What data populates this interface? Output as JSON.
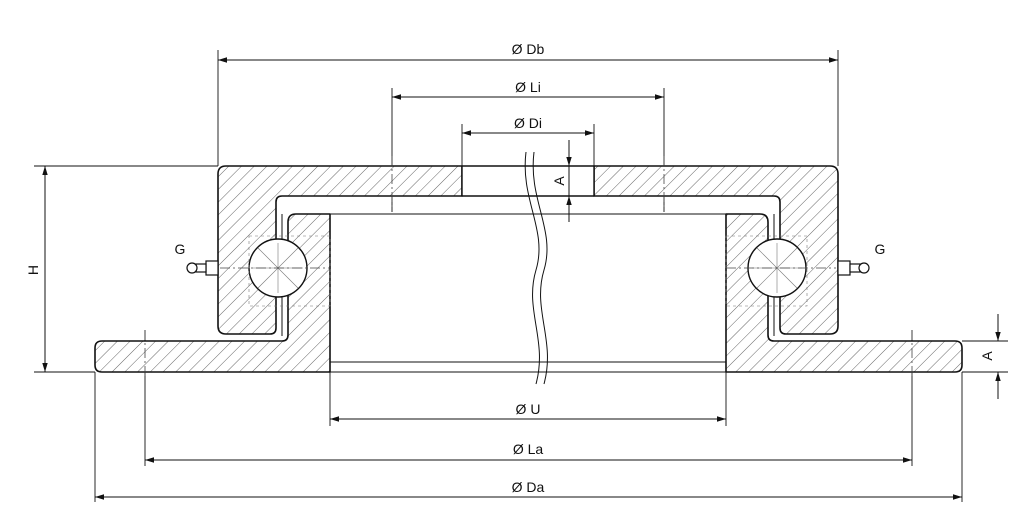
{
  "dimensions": {
    "outer_bearing_diameter": "Ø Db",
    "inner_hole_spacing": "Ø Li",
    "inner_diameter": "Ø Di",
    "bore": "Ø U",
    "outer_hole_spacing": "Ø La",
    "outer_diameter": "Ø Da",
    "height": "H",
    "thickness_top": "A",
    "thickness_flange": "A"
  },
  "labels": {
    "grease_left": "G",
    "grease_right": "G"
  },
  "colors": {
    "line": "#111111",
    "hatch": "#555555",
    "background": "#ffffff"
  }
}
